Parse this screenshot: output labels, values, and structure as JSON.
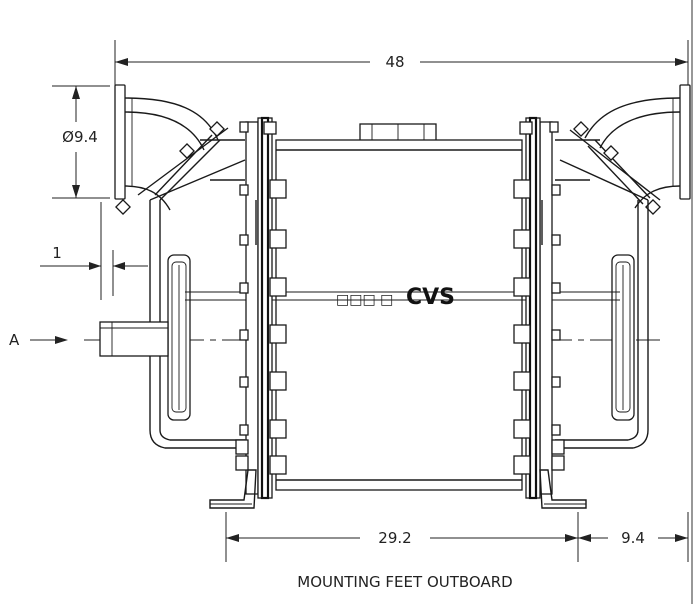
{
  "dimensions": {
    "overall_width": "48",
    "pipe_diameter": "Ø9.4",
    "flange_offset": "1",
    "feet_span": "29.2",
    "foot_overhang": "9.4"
  },
  "labels": {
    "section_marker": "A",
    "brand_squares": "□□□ □",
    "brand": "CVS",
    "caption": "MOUNTING FEET OUTBOARD"
  }
}
